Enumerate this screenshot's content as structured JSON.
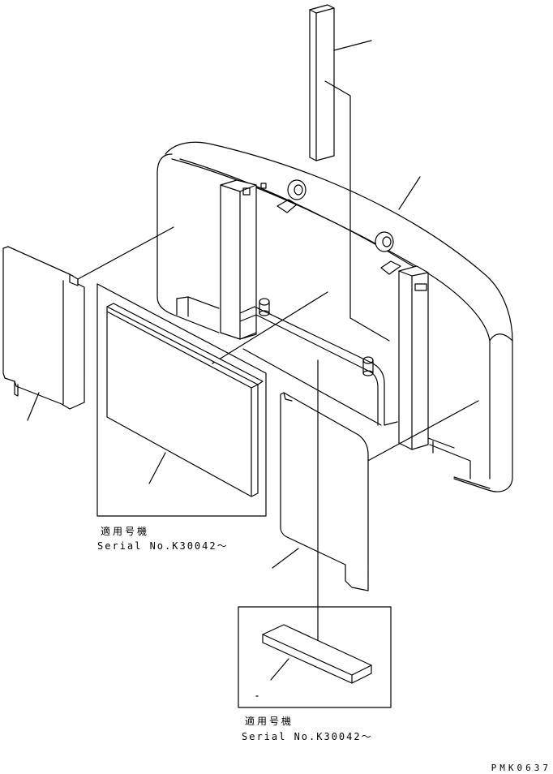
{
  "callouts": [
    {
      "title": "適用号機",
      "serial": "Serial No.K30042～"
    },
    {
      "title": "適用号機",
      "serial": "Serial No.K30042～"
    }
  ],
  "drawing_code": "PMK0637",
  "colors": {
    "line": "#000000",
    "background": "#ffffff"
  }
}
